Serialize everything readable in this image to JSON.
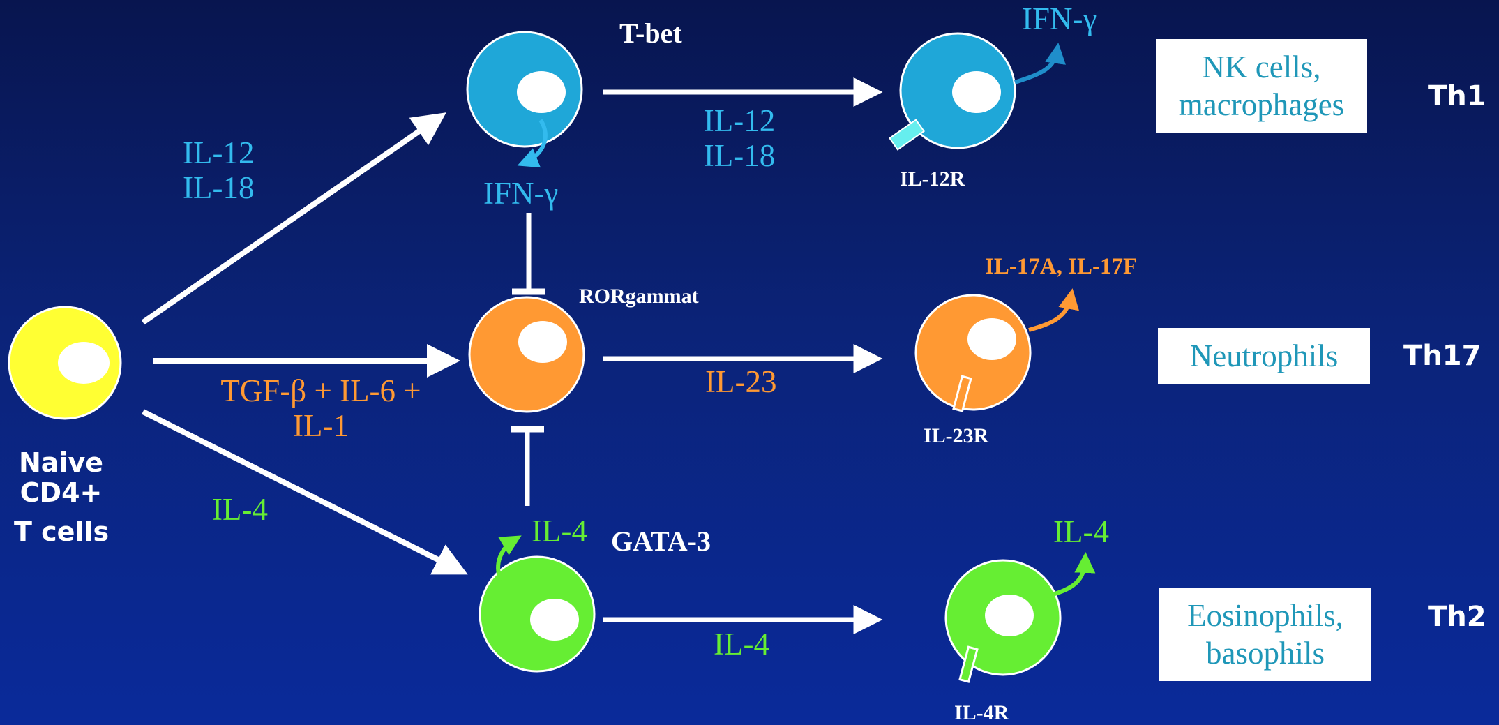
{
  "naive": {
    "line1": "Naive",
    "line2": "CD4+",
    "line3": "T cells"
  },
  "th1": {
    "transcription_factor": "T-bet",
    "induction_cytokines": [
      "IL-12",
      "IL-18"
    ],
    "autocrine_cytokine": "IFN-γ",
    "expansion_cytokines": [
      "IL-12",
      "IL-18"
    ],
    "receptor": "IL-12R",
    "effector_cytokine": "IFN-γ",
    "targets": [
      "NK cells,",
      "macrophages"
    ],
    "subset_label": "Th1"
  },
  "th17": {
    "transcription_factor": "RORgammat",
    "induction_cytokines": [
      "TGF-β + IL-6 +",
      "IL-1"
    ],
    "expansion_cytokine": "IL-23",
    "receptor": "IL-23R",
    "effector_cytokine": "IL-17A, IL-17F",
    "targets": [
      "Neutrophils"
    ],
    "subset_label": "Th17"
  },
  "th2": {
    "transcription_factor": "GATA-3",
    "induction_cytokine": "IL-4",
    "autocrine_cytokine": "IL-4",
    "expansion_cytokine": "IL-4",
    "receptor": "IL-4R",
    "effector_cytokine": "IL-4",
    "targets": [
      "Eosinophils,",
      "basophils"
    ],
    "subset_label": "Th2"
  },
  "colors": {
    "naive": "#ffff33",
    "th1": "#1fa7d8",
    "th1_text": "#33bbee",
    "th17": "#ff9933",
    "th2": "#66ee33",
    "arrow": "#ffffff",
    "target_text": "#1f97b8"
  }
}
